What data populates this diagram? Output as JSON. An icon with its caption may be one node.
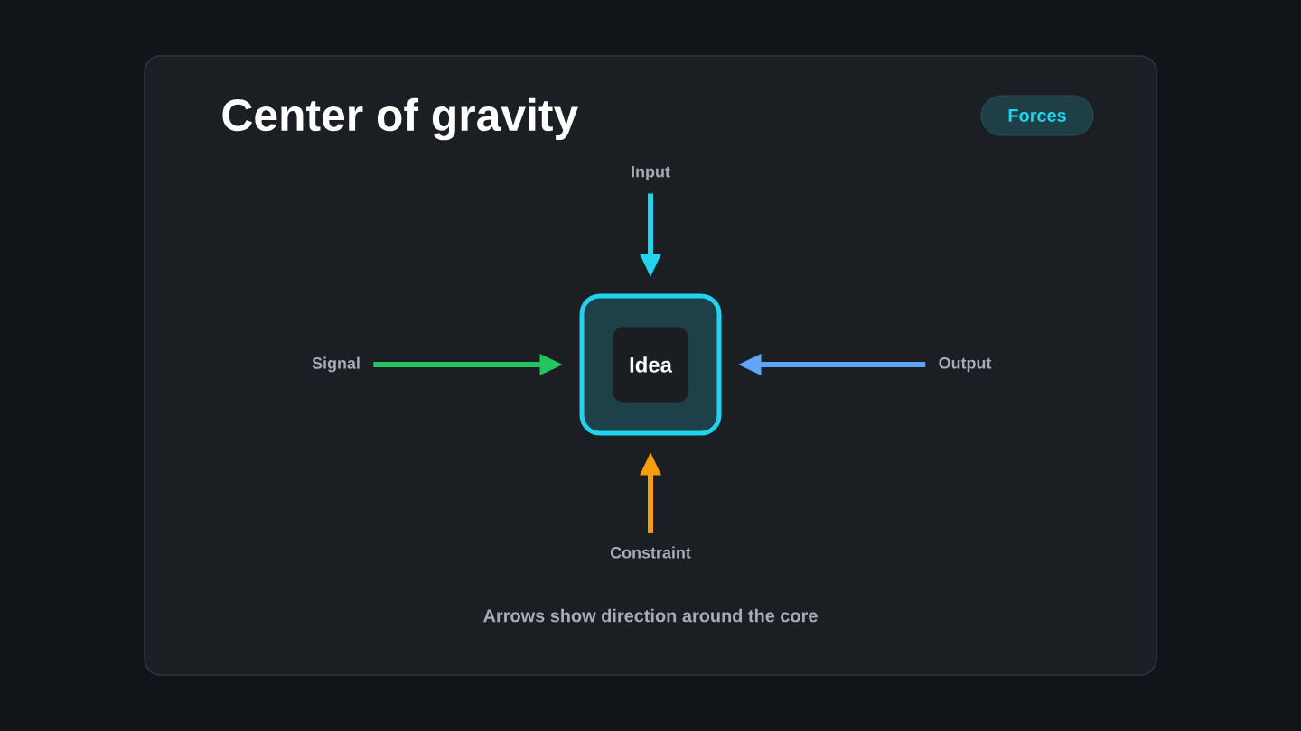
{
  "diagram": {
    "title": "Center of gravity",
    "caption": "Arrows show direction around the core",
    "nodes": [
      {
        "text": [
          "Forces"
        ]
      },
      {
        "text": [
          "Input"
        ]
      },
      {
        "text": [
          "Signal"
        ]
      },
      {
        "text": [],
        "shape": "box"
      },
      {
        "text": [
          "Idea"
        ],
        "in": 3
      },
      {
        "text": [
          "Output"
        ]
      },
      {
        "text": [
          "Constraint"
        ]
      }
    ],
    "edges": [
      {
        "from": 1,
        "to": 3,
        "arrow": "to",
        "color": "#22d3ee"
      },
      {
        "from": 2,
        "to": 3,
        "arrow": "to",
        "color": "#22c55e"
      },
      {
        "from": 5,
        "to": 3,
        "arrow": "to",
        "color": "#60a5fa"
      },
      {
        "from": 6,
        "to": 3,
        "arrow": "to",
        "color": "#f59e0b"
      }
    ]
  }
}
